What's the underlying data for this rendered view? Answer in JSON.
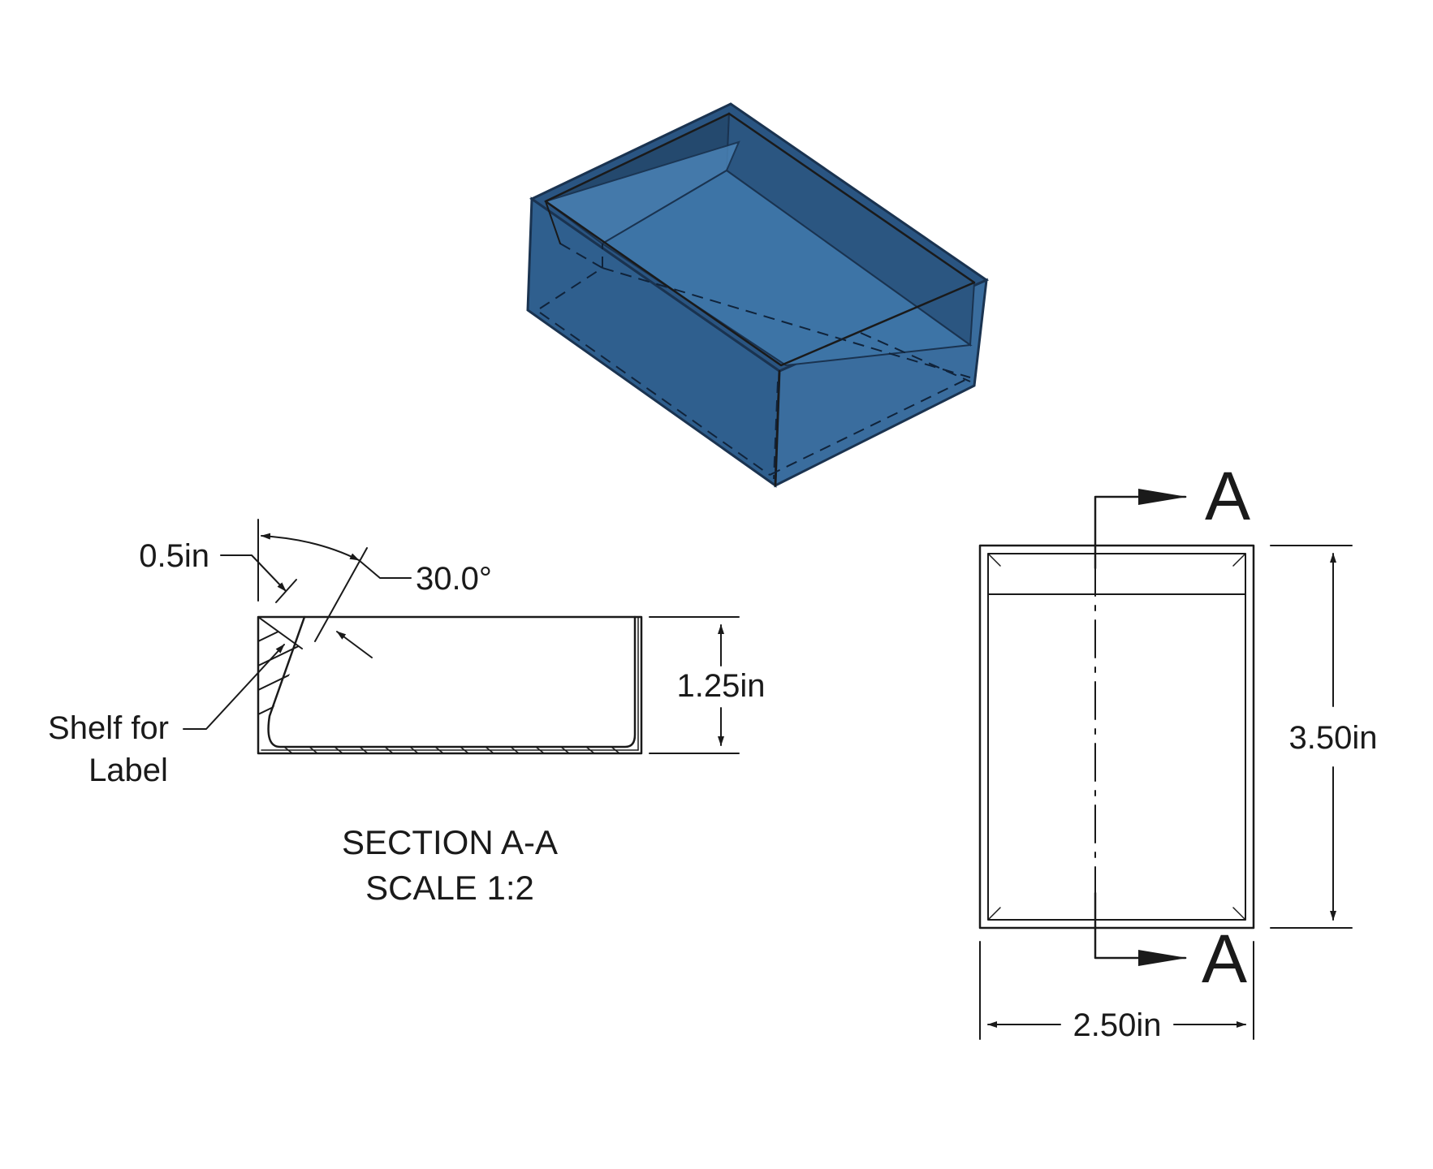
{
  "colors": {
    "part_front": "#2f5f8e",
    "part_side": "#3a6d9e",
    "part_interior_dark": "#24496e",
    "part_interior_floor": "#3d74a6",
    "part_rim": "#1a3350",
    "line": "#1a1a1a"
  },
  "isometric_view": {
    "hidden_edges": "dashed"
  },
  "section_view": {
    "dim_thickness": "0.5in",
    "dim_angle": "30.0°",
    "dim_height": "1.25in",
    "note_line1": "Shelf for",
    "note_line2": "Label",
    "title_line1": "SECTION A-A",
    "title_line2": "SCALE 1:2"
  },
  "top_view": {
    "dim_length": "3.50in",
    "dim_width": "2.50in",
    "section_label_top": "A",
    "section_label_bottom": "A"
  }
}
